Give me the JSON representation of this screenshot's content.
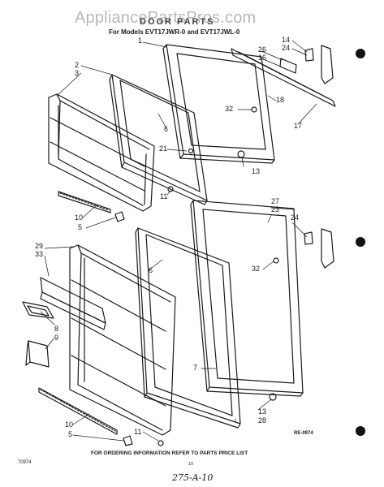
{
  "watermark": "AppliancePartsPros.com",
  "title": "DOOR PARTS",
  "subtitle": "For Models EVT17JWR-0 and EVT17JWL-0",
  "footer_note": "FOR ORDERING INFORMATION REFER TO PARTS PRICE LIST",
  "code_left": "70974",
  "page_number": "10",
  "ref_code": "RE-0974",
  "handwritten_note": "275-A-10",
  "callouts": [
    {
      "id": "c1",
      "label": "1"
    },
    {
      "id": "c2",
      "label": "2"
    },
    {
      "id": "c3",
      "label": "3"
    },
    {
      "id": "c14",
      "label": "14"
    },
    {
      "id": "c24a",
      "label": "24"
    },
    {
      "id": "c26",
      "label": "26"
    },
    {
      "id": "c16",
      "label": "16"
    },
    {
      "id": "c18",
      "label": "18"
    },
    {
      "id": "c32a",
      "label": "32"
    },
    {
      "id": "c17",
      "label": "17"
    },
    {
      "id": "c6a",
      "label": "6"
    },
    {
      "id": "c21",
      "label": "21"
    },
    {
      "id": "c13a",
      "label": "13"
    },
    {
      "id": "c11a",
      "label": "11"
    },
    {
      "id": "c10a",
      "label": "10"
    },
    {
      "id": "c5a",
      "label": "5"
    },
    {
      "id": "c27",
      "label": "27"
    },
    {
      "id": "c23",
      "label": "23"
    },
    {
      "id": "c24b",
      "label": "24"
    },
    {
      "id": "c29",
      "label": "29"
    },
    {
      "id": "c33",
      "label": "33"
    },
    {
      "id": "c6b",
      "label": "6"
    },
    {
      "id": "c32b",
      "label": "32"
    },
    {
      "id": "c8",
      "label": "8"
    },
    {
      "id": "c9",
      "label": "9"
    },
    {
      "id": "c7",
      "label": "7"
    },
    {
      "id": "c13b",
      "label": "13"
    },
    {
      "id": "c28",
      "label": "28"
    },
    {
      "id": "c10b",
      "label": "10"
    },
    {
      "id": "c5b",
      "label": "5"
    },
    {
      "id": "c11b",
      "label": "11"
    }
  ]
}
